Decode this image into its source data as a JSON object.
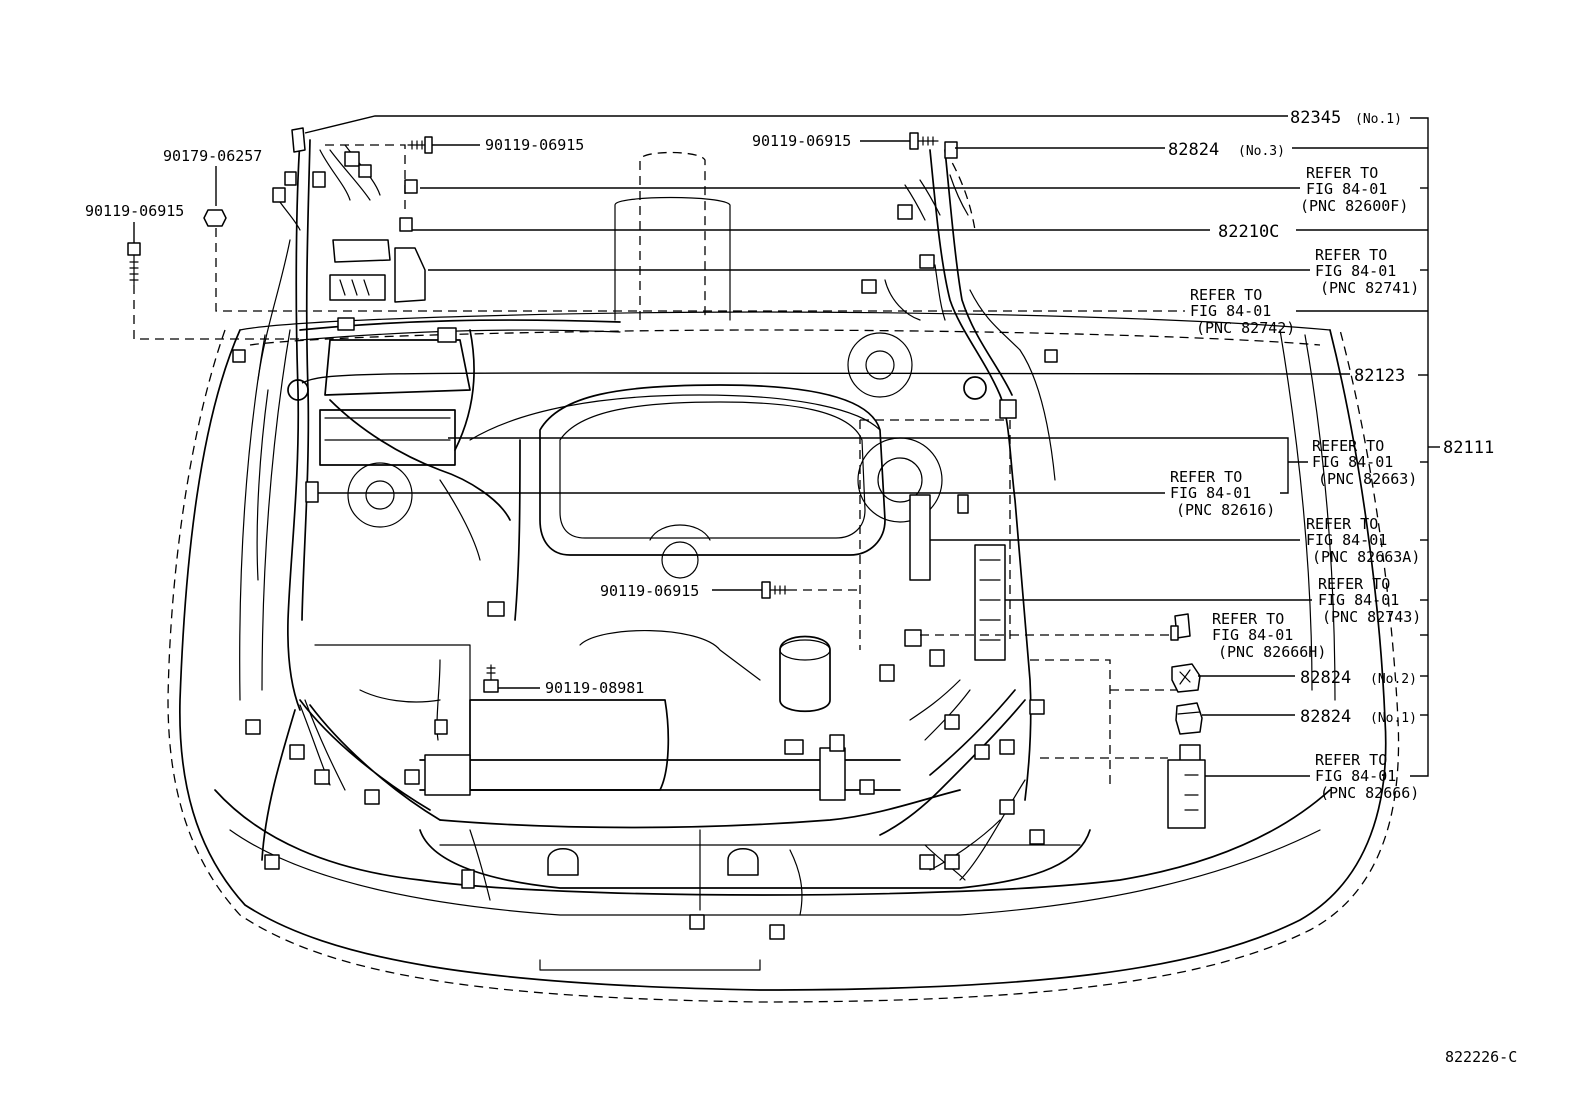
{
  "labels": {
    "l82345": "82345",
    "l82345_note": "(No.1)",
    "l82824_no3": "82824",
    "l82824_no3_note": "(No.3)",
    "l90119_top": "90119-06915",
    "l90119_topmid": "90119-06915",
    "l90179": "90179-06257",
    "l90119_left": "90119-06915",
    "ref_82600F": [
      "REFER TO",
      "FIG 84-01",
      "(PNC 82600F)"
    ],
    "l82210C": "82210C",
    "ref_82741": [
      "REFER TO",
      "FIG 84-01",
      "(PNC 82741)"
    ],
    "ref_82742": [
      "REFER TO",
      "FIG 84-01",
      "(PNC 82742)"
    ],
    "l82123": "82123",
    "ref_82663": [
      "REFER TO",
      "FIG 84-01",
      "(PNC 82663)"
    ],
    "l82111": "82111",
    "ref_82616": [
      "REFER TO",
      "FIG 84-01",
      "(PNC 82616)"
    ],
    "ref_82663A": [
      "REFER TO",
      "FIG 84-01",
      "(PNC 82663A)"
    ],
    "l90119_mid": "90119-06915",
    "ref_82743": [
      "REFER TO",
      "FIG 84-01",
      "(PNC 82743)"
    ],
    "ref_82666H": [
      "REFER TO",
      "FIG 84-01",
      "(PNC 82666H)"
    ],
    "l82824_no2": "82824",
    "l82824_no2_note": "(No.2)",
    "l90119_08981": "90119-08981",
    "l82824_no1": "82824",
    "l82824_no1_note": "(No.1)",
    "ref_82666": [
      "REFER TO",
      "FIG 84-01",
      "(PNC 82666)"
    ],
    "figure_code": "822226-C"
  }
}
